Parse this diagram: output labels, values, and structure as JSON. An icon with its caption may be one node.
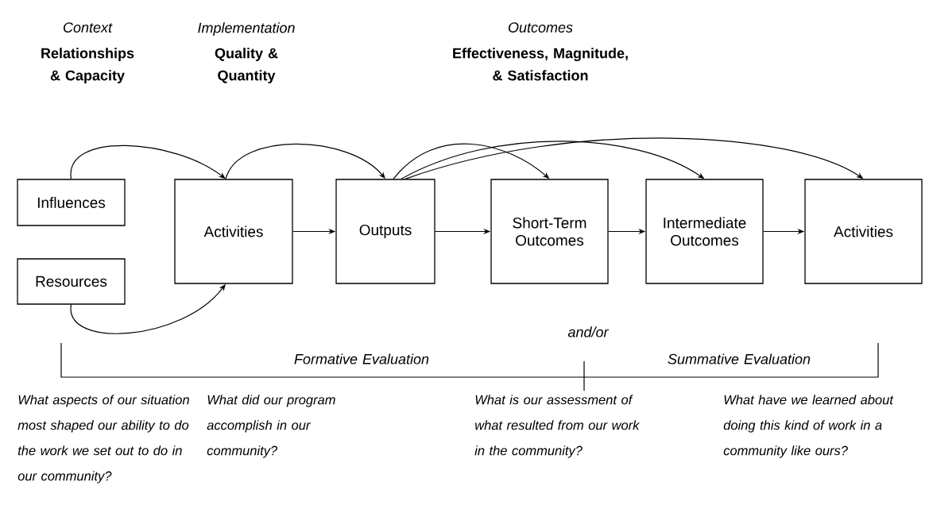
{
  "diagram": {
    "nodes": [
      {
        "text": [
          "Influences"
        ]
      },
      {
        "text": [
          "Resources"
        ]
      },
      {
        "text": [
          "Activities"
        ]
      },
      {
        "text": [
          "Outputs"
        ]
      },
      {
        "text": [
          "Short-Term Outcomes"
        ]
      },
      {
        "text": [
          "Intermediate Outcomes"
        ]
      },
      {
        "text": [
          "Activities"
        ]
      }
    ],
    "edges": [
      {
        "from": 0,
        "to": 2,
        "arrow": "to"
      },
      {
        "from": 1,
        "to": 2,
        "arrow": "to"
      },
      {
        "from": 2,
        "to": 3,
        "arrow": "to"
      },
      {
        "from": 2,
        "to": 3,
        "arrow": "to"
      },
      {
        "from": 3,
        "to": 4,
        "arrow": "to"
      },
      {
        "from": 3,
        "to": 4,
        "arrow": "to"
      },
      {
        "from": 3,
        "to": 5,
        "arrow": "to"
      },
      {
        "from": 3,
        "to": 6,
        "arrow": "to"
      },
      {
        "from": 4,
        "to": 5,
        "arrow": "to"
      },
      {
        "from": 5,
        "to": 6,
        "arrow": "to"
      }
    ],
    "labels": [
      "Context",
      "Implementation",
      "Outcomes",
      "Relationships & Capacity",
      "Quality & Quantity",
      "Effectiveness, Magnitude, & Satisfaction",
      "and/or",
      "Formative Evaluation",
      "Summative Evaluation",
      "What aspects of our situation most shaped our ability to do the work we set out to do in our community?",
      "What did our program accomplish in our community?",
      "What is our assessment of what resulted from our work in the community?",
      "What have we learned about doing this kind of work in a community like ours?"
    ]
  }
}
